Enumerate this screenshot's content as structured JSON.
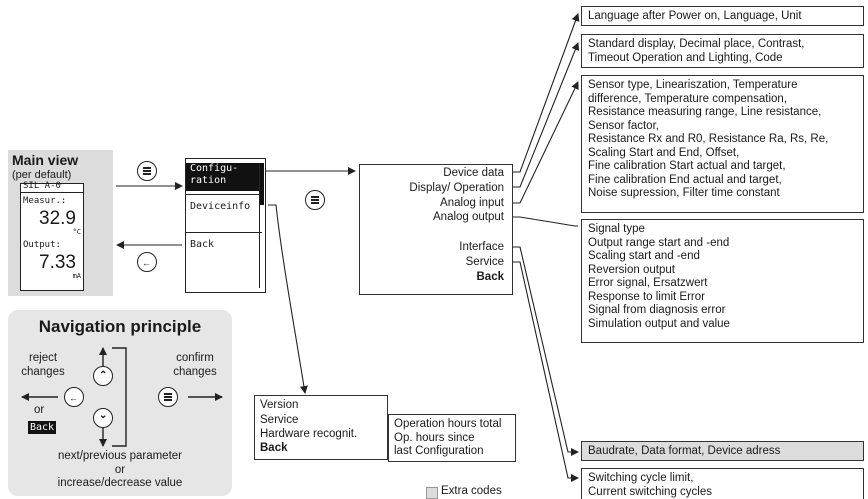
{
  "main_view": {
    "title": "Main view",
    "subtitle": "(per default)",
    "lcd_top": "SIL  A-0",
    "measur_label": "Measur.:",
    "measur_value": "32.9",
    "measur_unit": "°C",
    "output_label": "Output:",
    "output_value": "7.33",
    "output_unit": "mA"
  },
  "menu_screen": {
    "item1_line1": "Configu-",
    "item1_line2": "ration",
    "item2": "Deviceinfo",
    "item3": "Back"
  },
  "config_menu": {
    "items": [
      "Device data",
      "Display/ Operation",
      "Analog input",
      "Analog output",
      "Interface",
      "Service",
      "Back"
    ]
  },
  "deviceinfo_menu": {
    "items": [
      "Version",
      "Service",
      "Hardware recognit.",
      "Back"
    ]
  },
  "service_hours": {
    "text": "Operation hours total\nOp. hours since\nlast Configuration"
  },
  "details": {
    "device_data": "Language after Power on, Language, Unit",
    "display": "Standard display, Decimal place, Contrast,\nTimeout Operation and Lighting, Code",
    "analog_input": "Sensor type, Lineariszation, Temperature\ndifference, Temperature compensation,\nResistance measuring range, Line resistance,\nSensor factor,\nResistance Rx and R0, Resistance Ra, Rs, Re,\nScaling Start and End, Offset,\nFine calibration Start actual and target,\nFine calibration End actual and target,\nNoise supression, Filter time constant",
    "analog_output": "Signal type\nOutput range start and -end\nScaling start and -end\nReversion output\nError signal, Ersatzwert\nResponse to limit Error\nSignal from diagnosis error\nSimulation output and value",
    "interface": "Baudrate, Data format, Device adress",
    "service": "Switching cycle limit,\nCurrent switching cycles"
  },
  "navigation": {
    "title": "Navigation principle",
    "reject": "reject\nchanges",
    "confirm": "confirm\nchanges",
    "or": "or",
    "back_key": "Back",
    "bottom": "next/previous parameter\nor\nincrease/decrease value"
  },
  "legend": {
    "extra_codes": "Extra codes"
  },
  "colors": {
    "extra_codes_fill": "#dcdcdc",
    "nav_bg": "#e6e6e6",
    "line": "#222222"
  }
}
